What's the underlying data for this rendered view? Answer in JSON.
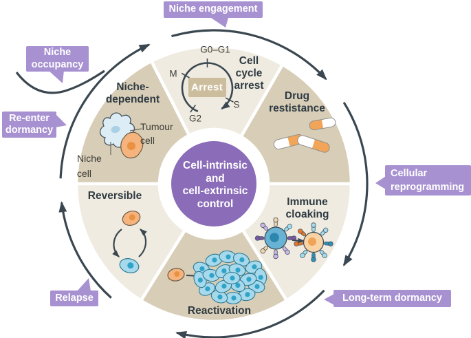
{
  "colors": {
    "background": "#ffffff",
    "wheel_tan": "#D8CEB8",
    "wheel_cream": "#EFEBE0",
    "center_purple": "#8A6CB8",
    "callout_purple": "#A791D1",
    "arrow_dark": "#3A4750",
    "arrest_box_tan": "#CCBE9D",
    "title_text": "#2E3A42",
    "label_text": "#3B3A34",
    "cell_orange": "#F5B37E",
    "cell_orange_nucleus": "#EA9142",
    "cell_orange_stroke": "#6B5B45",
    "cell_blue": "#A6D9EB",
    "cell_blue_nucleus": "#2FA3C8",
    "cell_blue_stroke": "#2E7A94",
    "niche_cell_blue": "#DCEDF5",
    "niche_cell_nucleus": "#A9D0E5",
    "immune_blue_body": "#68B2D4",
    "immune_blue_nucleus": "#2B87AE",
    "immune_peach_body": "#F8D3A6",
    "immune_peach_nucleus": "#F0A458",
    "spike_purple": "#7A58A8",
    "spike_lavender": "#C9B7E6",
    "spike_tan": "#F2D3A8",
    "spike_lightblue": "#9FDCEE",
    "spike_teal": "#2E8FB8",
    "spike_orange": "#E8762B",
    "capsule_orange": "#F2A558",
    "capsule_white": "#FFFFFF",
    "connector_gray": "#6B675F"
  },
  "center_circle": {
    "label": "Cell-intrinsic\nand\ncell-extrinsic\ncontrol"
  },
  "callouts": [
    {
      "id": "niche-engagement",
      "label": "Niche engagement"
    },
    {
      "id": "niche-occupancy",
      "label": "Niche\noccupancy"
    },
    {
      "id": "re-enter-dormancy",
      "label": "Re-enter\ndormancy"
    },
    {
      "id": "cellular-reprogramming",
      "label": "Cellular\nreprogramming"
    },
    {
      "id": "long-term-dormancy",
      "label": "Long-term dormancy"
    },
    {
      "id": "relapse",
      "label": "Relapse"
    }
  ],
  "segments": [
    {
      "id": "niche-dependent",
      "label": "Niche-\ndependent"
    },
    {
      "id": "cell-cycle-arrest",
      "label": "Cell\ncycle\narrest"
    },
    {
      "id": "drug-restistance",
      "label": "Drug\nrestistance"
    },
    {
      "id": "immune-cloaking",
      "label": "Immune\ncloaking"
    },
    {
      "id": "reactivation",
      "label": "Reactivation"
    },
    {
      "id": "reversible",
      "label": "Reversible"
    }
  ],
  "cell_cycle": {
    "arrest": "Arrest",
    "g0_g1": "G0–G1",
    "m": "M",
    "s": "S",
    "g2": "G2"
  },
  "labels": {
    "tumour_cell": "Tumour\ncell",
    "niche_cell": "Niche\ncell"
  }
}
